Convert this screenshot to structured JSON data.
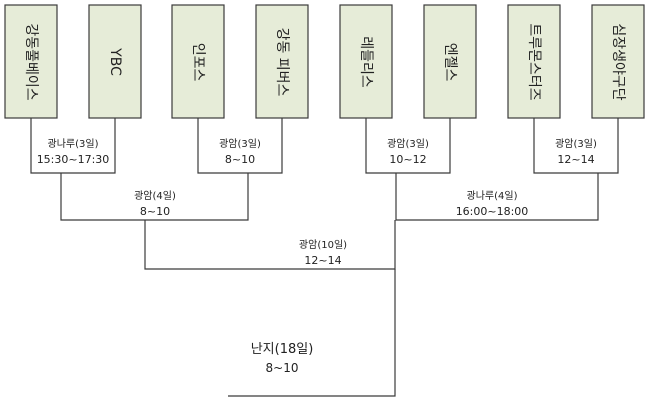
{
  "teams": [
    {
      "name": "강동풀베이스"
    },
    {
      "name": "YBC"
    },
    {
      "name": "인포스"
    },
    {
      "name": "강동 피버스"
    },
    {
      "name": "레들리스"
    },
    {
      "name": "엔젤스"
    },
    {
      "name": "트루몬스터즈"
    },
    {
      "name": "심장생야구단"
    }
  ],
  "round1": [
    {
      "venue": "광나루(3일)",
      "time": "15:30~17:30"
    },
    {
      "venue": "광암(3일)",
      "time": "8~10"
    },
    {
      "venue": "광암(3일)",
      "time": "10~12"
    },
    {
      "venue": "광암(3일)",
      "time": "12~14"
    }
  ],
  "round2": [
    {
      "venue": "광암(4일)",
      "time": "8~10"
    },
    {
      "venue": "광나루(4일)",
      "time": "16:00~18:00"
    }
  ],
  "round3": [
    {
      "venue": "광암(10일)",
      "time": "12~14"
    }
  ],
  "final": {
    "venue": "난지(18일)",
    "time": "8~10"
  }
}
